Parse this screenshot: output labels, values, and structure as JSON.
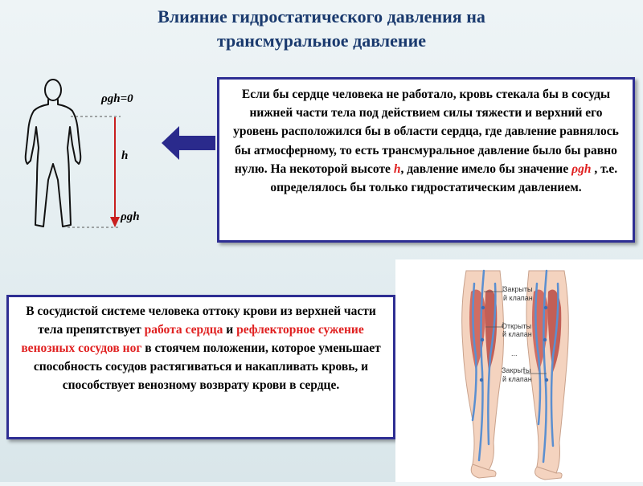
{
  "title": {
    "line1": "Влияние гидростатического давления на",
    "line2": "трансмуральное давление"
  },
  "figure": {
    "top_label": "ρgh=0",
    "height_label": "h",
    "bottom_label": "ρgh"
  },
  "box1": {
    "part1": "Если бы сердце человека не работало, кровь стекала бы в сосуды нижней части тела  под действием силы тяжести и верхний его уровень расположился бы в области сердца, где давление равнялось бы атмосферному, то есть трансмуральное давление было бы равно нулю. На некоторой высоте ",
    "h": "h",
    "part2": ", давление имело бы значение ",
    "rgh": "ρgh",
    "part3": " , т.е. определялось бы только гидростатическим   давлением."
  },
  "box2": {
    "part1": "В сосудистой системе человека оттоку крови из верхней части тела препятствует ",
    "red1": "работа сердца",
    "part2": " и ",
    "red2": "рефлекторное сужение венозных сосудов ног",
    "part3": " в стоячем положении, которое уменьшает способность сосудов растягиваться и накапливать кровь, и способствует венозному возврату крови в сердце."
  },
  "anatomy": {
    "label_closed_top_1": "Закрыты",
    "label_closed_top_2": "й клапан",
    "label_open_1": "Открыты",
    "label_open_2": "й клапан",
    "label_dots": "...",
    "label_closed_bottom_1": "Закрыты",
    "label_closed_bottom_2": "й клапан"
  },
  "colors": {
    "title": "#1a3a6e",
    "box_border": "#2e2e93",
    "highlight": "#e02020",
    "arrow_fill": "#2a2a8c",
    "vertical_arrow": "#c81e1e"
  },
  "icons": [
    "human-silhouette-icon",
    "left-arrow-icon",
    "right-arrow-icon",
    "legs-veins-illustration"
  ]
}
